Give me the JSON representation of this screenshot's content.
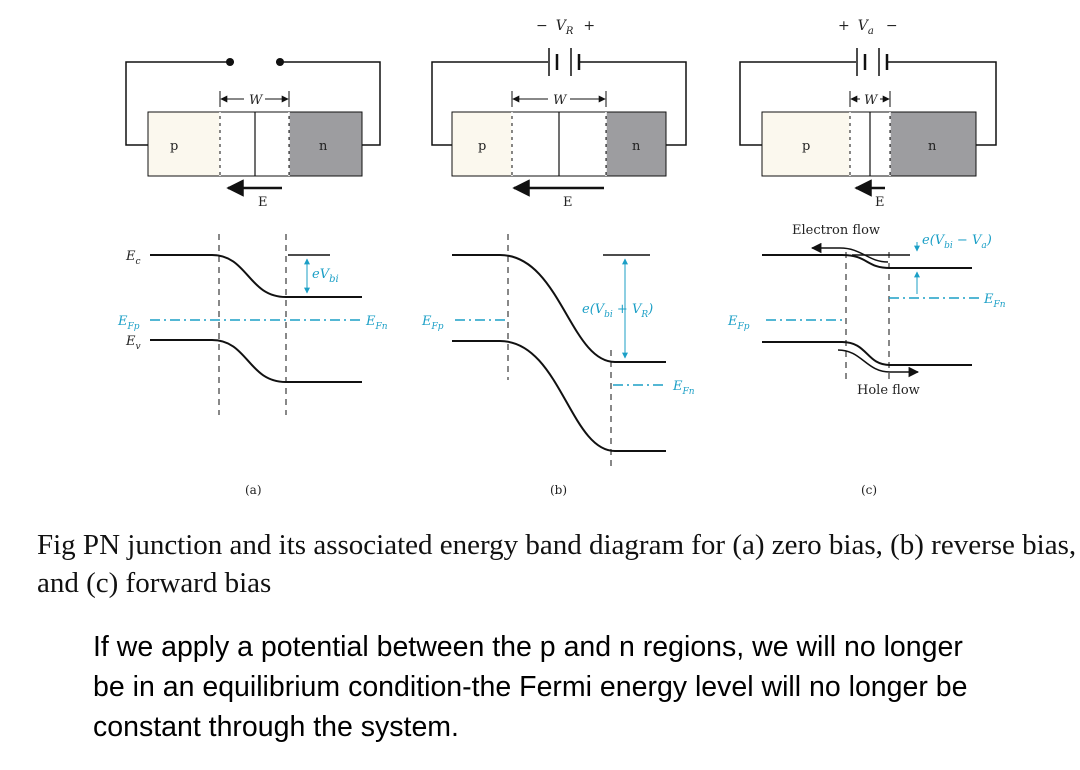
{
  "panels": [
    {
      "id": "a",
      "label": "(a)",
      "p_label": "p",
      "n_label": "n",
      "width_label": "W",
      "field_label": "E",
      "band_labels": {
        "ec": "E",
        "ec_sub": "c",
        "ev": "E",
        "ev_sub": "v",
        "efp": "E",
        "efp_sub": "Fp",
        "efn": "E",
        "efn_sub": "Fn"
      },
      "barrier_label": {
        "main": "eV",
        "sub": "bi"
      }
    },
    {
      "id": "b",
      "label": "(b)",
      "p_label": "p",
      "n_label": "n",
      "width_label": "W",
      "field_label": "E",
      "source_label": {
        "minus": "−",
        "v": "V",
        "sub": "R",
        "plus": "+"
      },
      "band_labels": {
        "efp": "E",
        "efp_sub": "Fp",
        "efn": "E",
        "efn_sub": "Fn"
      },
      "barrier_label": {
        "pre": "e(V",
        "sub": "bi",
        "post": " + V",
        "sub2": "R",
        "close": ")"
      }
    },
    {
      "id": "c",
      "label": "(c)",
      "p_label": "p",
      "n_label": "n",
      "width_label": "W",
      "field_label": "E",
      "source_label": {
        "plus": "+",
        "v": "V",
        "sub": "a",
        "minus": "−"
      },
      "band_labels": {
        "efp": "E",
        "efp_sub": "Fp",
        "efn": "E",
        "efn_sub": "Fn"
      },
      "barrier_label": {
        "pre": "e(V",
        "sub": "bi",
        "post": " − V",
        "sub2": "a",
        "close": ")"
      },
      "flow_labels": {
        "electron": "Electron flow",
        "hole": "Hole flow"
      }
    }
  ],
  "caption": "Fig  PN junction and its associated energy band diagram for (a) zero bias, (b) reverse bias, and (c) forward bias",
  "body_text": "If we apply a potential between the p and n regions, we will no longer be in an equilibrium condition-the Fermi energy level will no longer be constant through the system.",
  "colors": {
    "p_region": "#fbf8ee",
    "n_region": "#9d9da0",
    "fermi": "#1b9fc6",
    "line": "#111111"
  }
}
